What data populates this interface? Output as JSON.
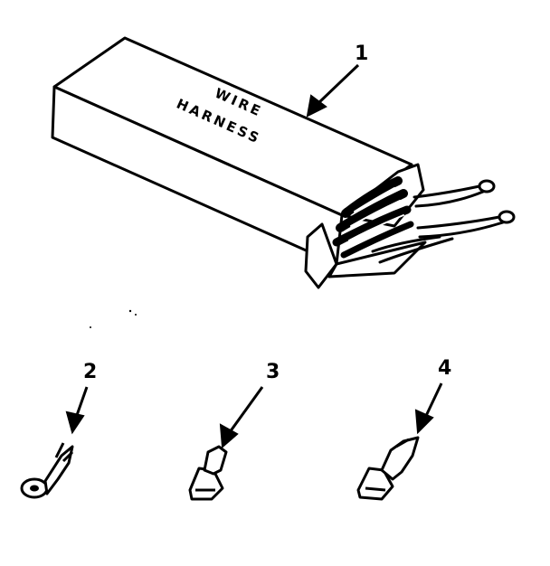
{
  "diagram": {
    "box_label_line1": "WIRE",
    "box_label_line2": "HARNESS",
    "callouts": [
      "1",
      "2",
      "3",
      "4"
    ],
    "ink_color": "#000000",
    "background_color": "#ffffff"
  }
}
